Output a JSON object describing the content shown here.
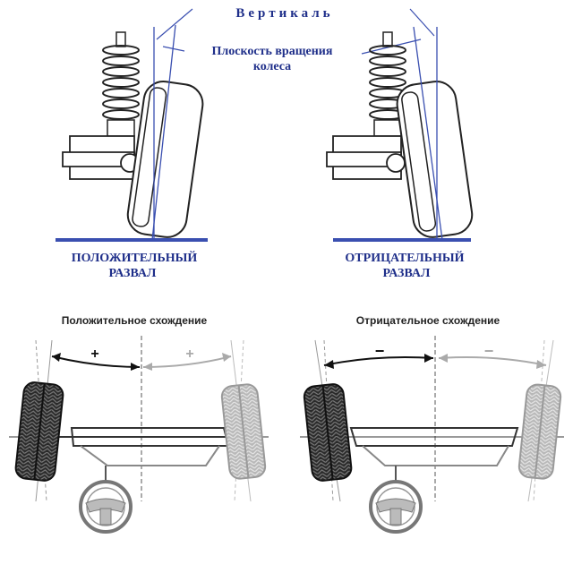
{
  "camber": {
    "vertical_label": "Вертикаль",
    "plane_label_line1": "Плоскость вращения",
    "plane_label_line2": "колеса",
    "positive_line1": "ПОЛОЖИТЕЛЬНЫЙ",
    "positive_line2": "РАЗВАЛ",
    "negative_line1": "ОТРИЦАТЕЛЬНЫЙ",
    "negative_line2": "РАЗВАЛ"
  },
  "toe": {
    "positive_title": "Положительное схождение",
    "negative_title": "Отрицательное схождение",
    "plus": "+",
    "minus": "−"
  },
  "colors": {
    "blue_text": "#1f2f8a",
    "blue_line": "#3a4fb0",
    "dark": "#1a1a1a",
    "gray": "#9a9a9a"
  }
}
